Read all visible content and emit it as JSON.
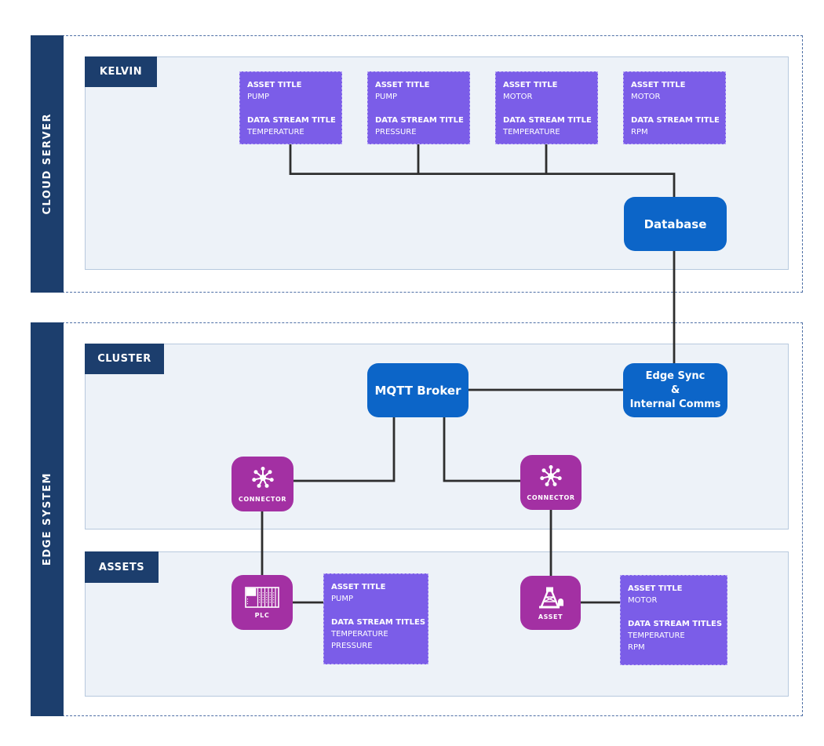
{
  "cloud_group": {
    "side_label": "CLOUD SERVER",
    "kelvin": {
      "tab_label": "KELVIN",
      "cards": [
        {
          "title_label": "ASSET TITLE",
          "title_value": "PUMP",
          "stream_label": "DATA STREAM TITLE",
          "streams": [
            "TEMPERATURE"
          ]
        },
        {
          "title_label": "ASSET TITLE",
          "title_value": "PUMP",
          "stream_label": "DATA STREAM TITLE",
          "streams": [
            "PRESSURE"
          ]
        },
        {
          "title_label": "ASSET TITLE",
          "title_value": "MOTOR",
          "stream_label": "DATA STREAM TITLE",
          "streams": [
            "TEMPERATURE"
          ]
        },
        {
          "title_label": "ASSET TITLE",
          "title_value": "MOTOR",
          "stream_label": "DATA STREAM TITLE",
          "streams": [
            "RPM"
          ]
        }
      ],
      "database_label": "Database"
    }
  },
  "edge_group": {
    "side_label": "EDGE SYSTEM",
    "cluster": {
      "tab_label": "CLUSTER",
      "mqtt_broker_label": "MQTT Broker",
      "edge_sync_lines": [
        "Edge Sync",
        "&",
        "Internal Comms"
      ],
      "connector_left_label": "CONNECTOR",
      "connector_right_label": "CONNECTOR"
    },
    "assets": {
      "tab_label": "ASSETS",
      "plc_label": "PLC",
      "asset_label": "ASSET",
      "cards": [
        {
          "title_label": "ASSET TITLE",
          "title_value": "PUMP",
          "stream_label": "DATA STREAM TITLES",
          "streams": [
            "TEMPERATURE",
            "PRESSURE"
          ]
        },
        {
          "title_label": "ASSET TITLE",
          "title_value": "MOTOR",
          "stream_label": "DATA STREAM TITLES",
          "streams": [
            "TEMPERATURE",
            "RPM"
          ]
        }
      ]
    }
  },
  "colors": {
    "navy": "#1C3E6D",
    "panel_bg": "#EDF2F8",
    "panel_border": "#B7C9DE",
    "card_purple": "#7B5DE8",
    "node_magenta": "#A330A3",
    "node_blue": "#0C65C8",
    "wire": "#2E2E2E",
    "group_dashed": "#4E6FA5"
  }
}
